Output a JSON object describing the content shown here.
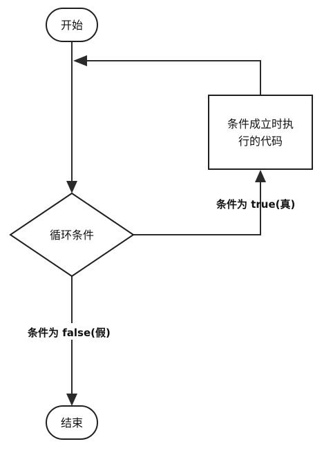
{
  "nodes": {
    "start": {
      "label": "开始"
    },
    "body": {
      "lines": [
        "条件成立时执",
        "行的代码"
      ]
    },
    "condition": {
      "label": "循环条件"
    },
    "end": {
      "label": "结束"
    }
  },
  "edges": {
    "true_branch": {
      "label": "条件为 true(真)"
    },
    "false_branch": {
      "label": "条件为 false(假)"
    }
  }
}
